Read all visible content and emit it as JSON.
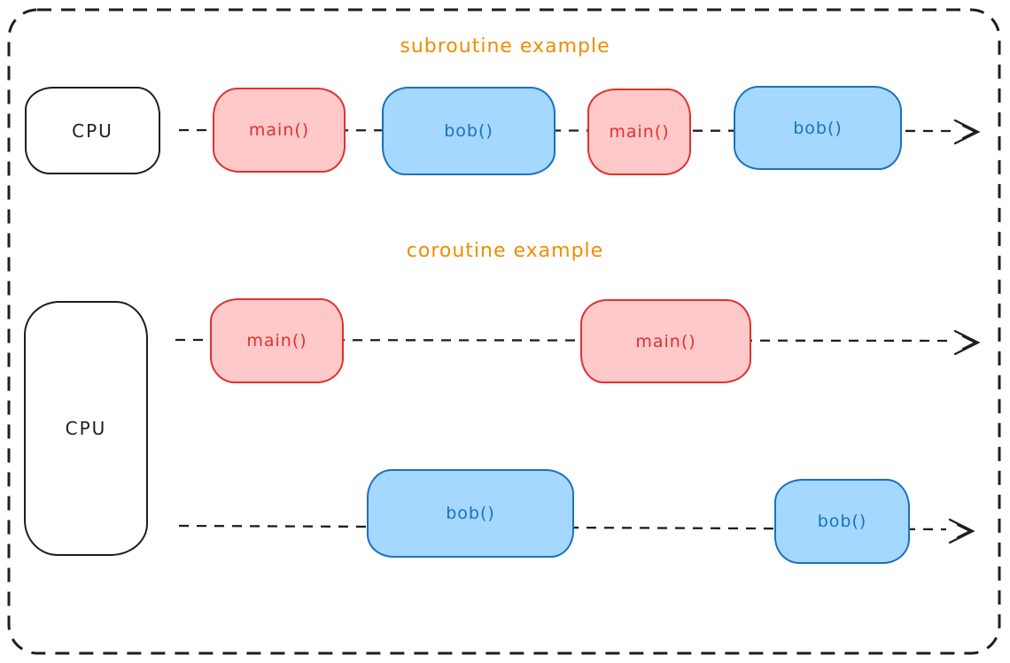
{
  "canvas": {
    "background": "#ffffff",
    "ink": "#1e1e1e"
  },
  "colors": {
    "title_orange": "#f08c00",
    "main_stroke": "#e03131",
    "main_fill": "#ffc9c9",
    "bob_stroke": "#1971c2",
    "bob_fill": "#a5d8ff"
  },
  "subroutine": {
    "title": "subroutine example",
    "cpu": "CPU",
    "sequence": [
      {
        "label": "main()",
        "kind": "main"
      },
      {
        "label": "bob()",
        "kind": "bob"
      },
      {
        "label": "main()",
        "kind": "main"
      },
      {
        "label": "bob()",
        "kind": "bob"
      }
    ]
  },
  "coroutine": {
    "title": "coroutine example",
    "cpu": "CPU",
    "main_timeline": [
      {
        "label": "main()"
      },
      {
        "label": "main()"
      }
    ],
    "bob_timeline": [
      {
        "label": "bob()"
      },
      {
        "label": "bob()"
      }
    ]
  }
}
